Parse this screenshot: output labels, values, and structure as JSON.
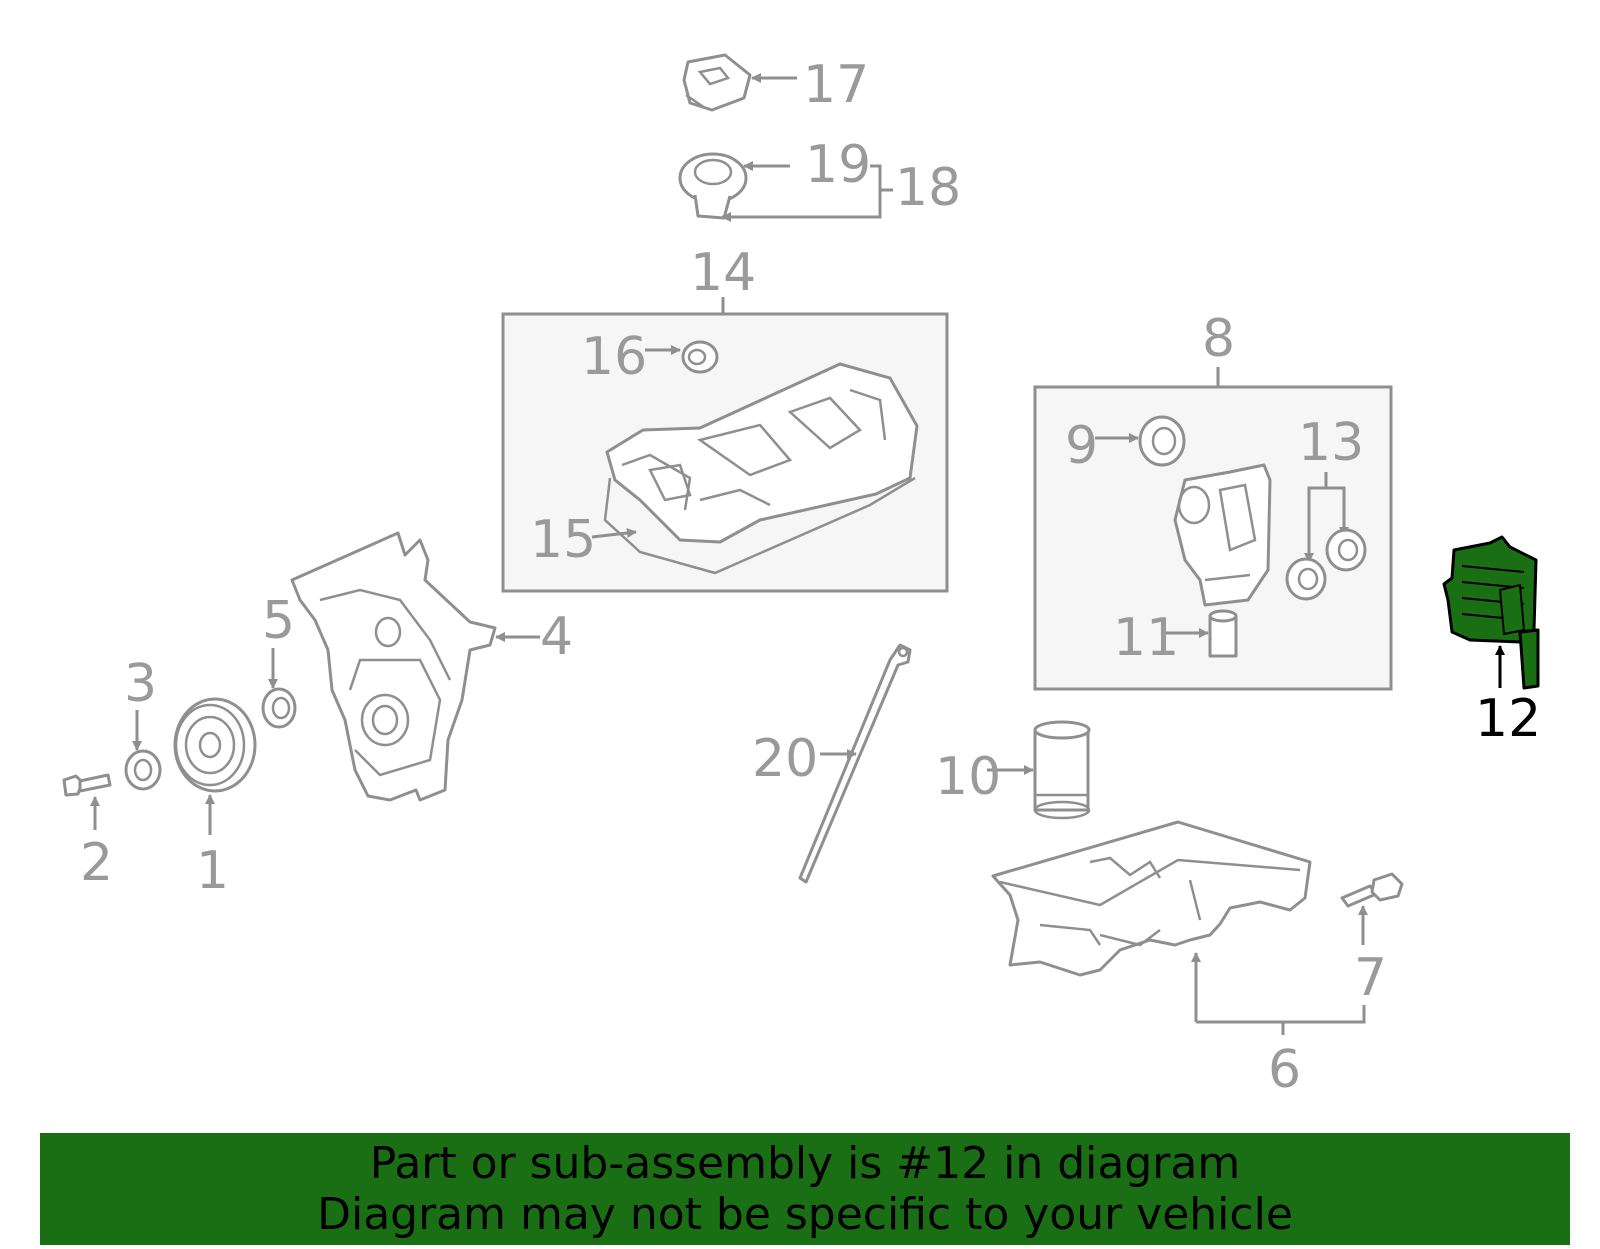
{
  "diagram": {
    "callouts": {
      "c1": "1",
      "c2": "2",
      "c3": "3",
      "c4": "4",
      "c5": "5",
      "c6": "6",
      "c7": "7",
      "c8": "8",
      "c9": "9",
      "c10": "10",
      "c11": "11",
      "c12": "12",
      "c13": "13",
      "c14": "14",
      "c15": "15",
      "c16": "16",
      "c17": "17",
      "c18": "18",
      "c19": "19",
      "c20": "20"
    },
    "highlighted_part": "12",
    "highlight_color": "#1a6e14",
    "line_color": "#8f8f8f"
  },
  "banner": {
    "line1": "Part or sub-assembly is #12 in diagram",
    "line2": "Diagram may not be specific to your vehicle",
    "background": "#1a6e14"
  }
}
